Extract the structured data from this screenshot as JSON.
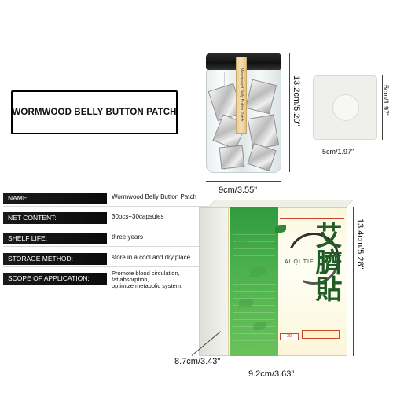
{
  "title": "WORMWOOD BELLY BUTTON PATCH",
  "jar": {
    "height_label": "13.2cm/5.20\"",
    "width_label": "9cm/3.55\"",
    "label_text": "Wormwood Belly Button Patch"
  },
  "patch": {
    "height_label": "5cm/1.97\"",
    "width_label": "5cm/1.97\""
  },
  "box": {
    "height_label": "13.4cm/5.28\"",
    "width_label": "9.2cm/3.63\"",
    "depth_label": "8.7cm/3.43\"",
    "brand_cn": "艾臍貼",
    "brand_pinyin": "AI QI TIE",
    "count_tag": "30",
    "colors": {
      "green": "#2f9b3e",
      "cream": "#fbf7dd",
      "red": "#c9452f"
    }
  },
  "specs": [
    {
      "label": "NAME:",
      "value": "Wormwood Belly Button Patch"
    },
    {
      "label": "NET CONTENT:",
      "value": "30pcs+30capsules"
    },
    {
      "label": "SHELF LIFE:",
      "value": "three years"
    },
    {
      "label": "STORAGE METHOD:",
      "value": "store in a cool and dry place"
    },
    {
      "label": "SCOPE OF APPLICATION:",
      "value": "Promote blood circulation,\nfat absorption,\noptimize metabolic system."
    }
  ]
}
